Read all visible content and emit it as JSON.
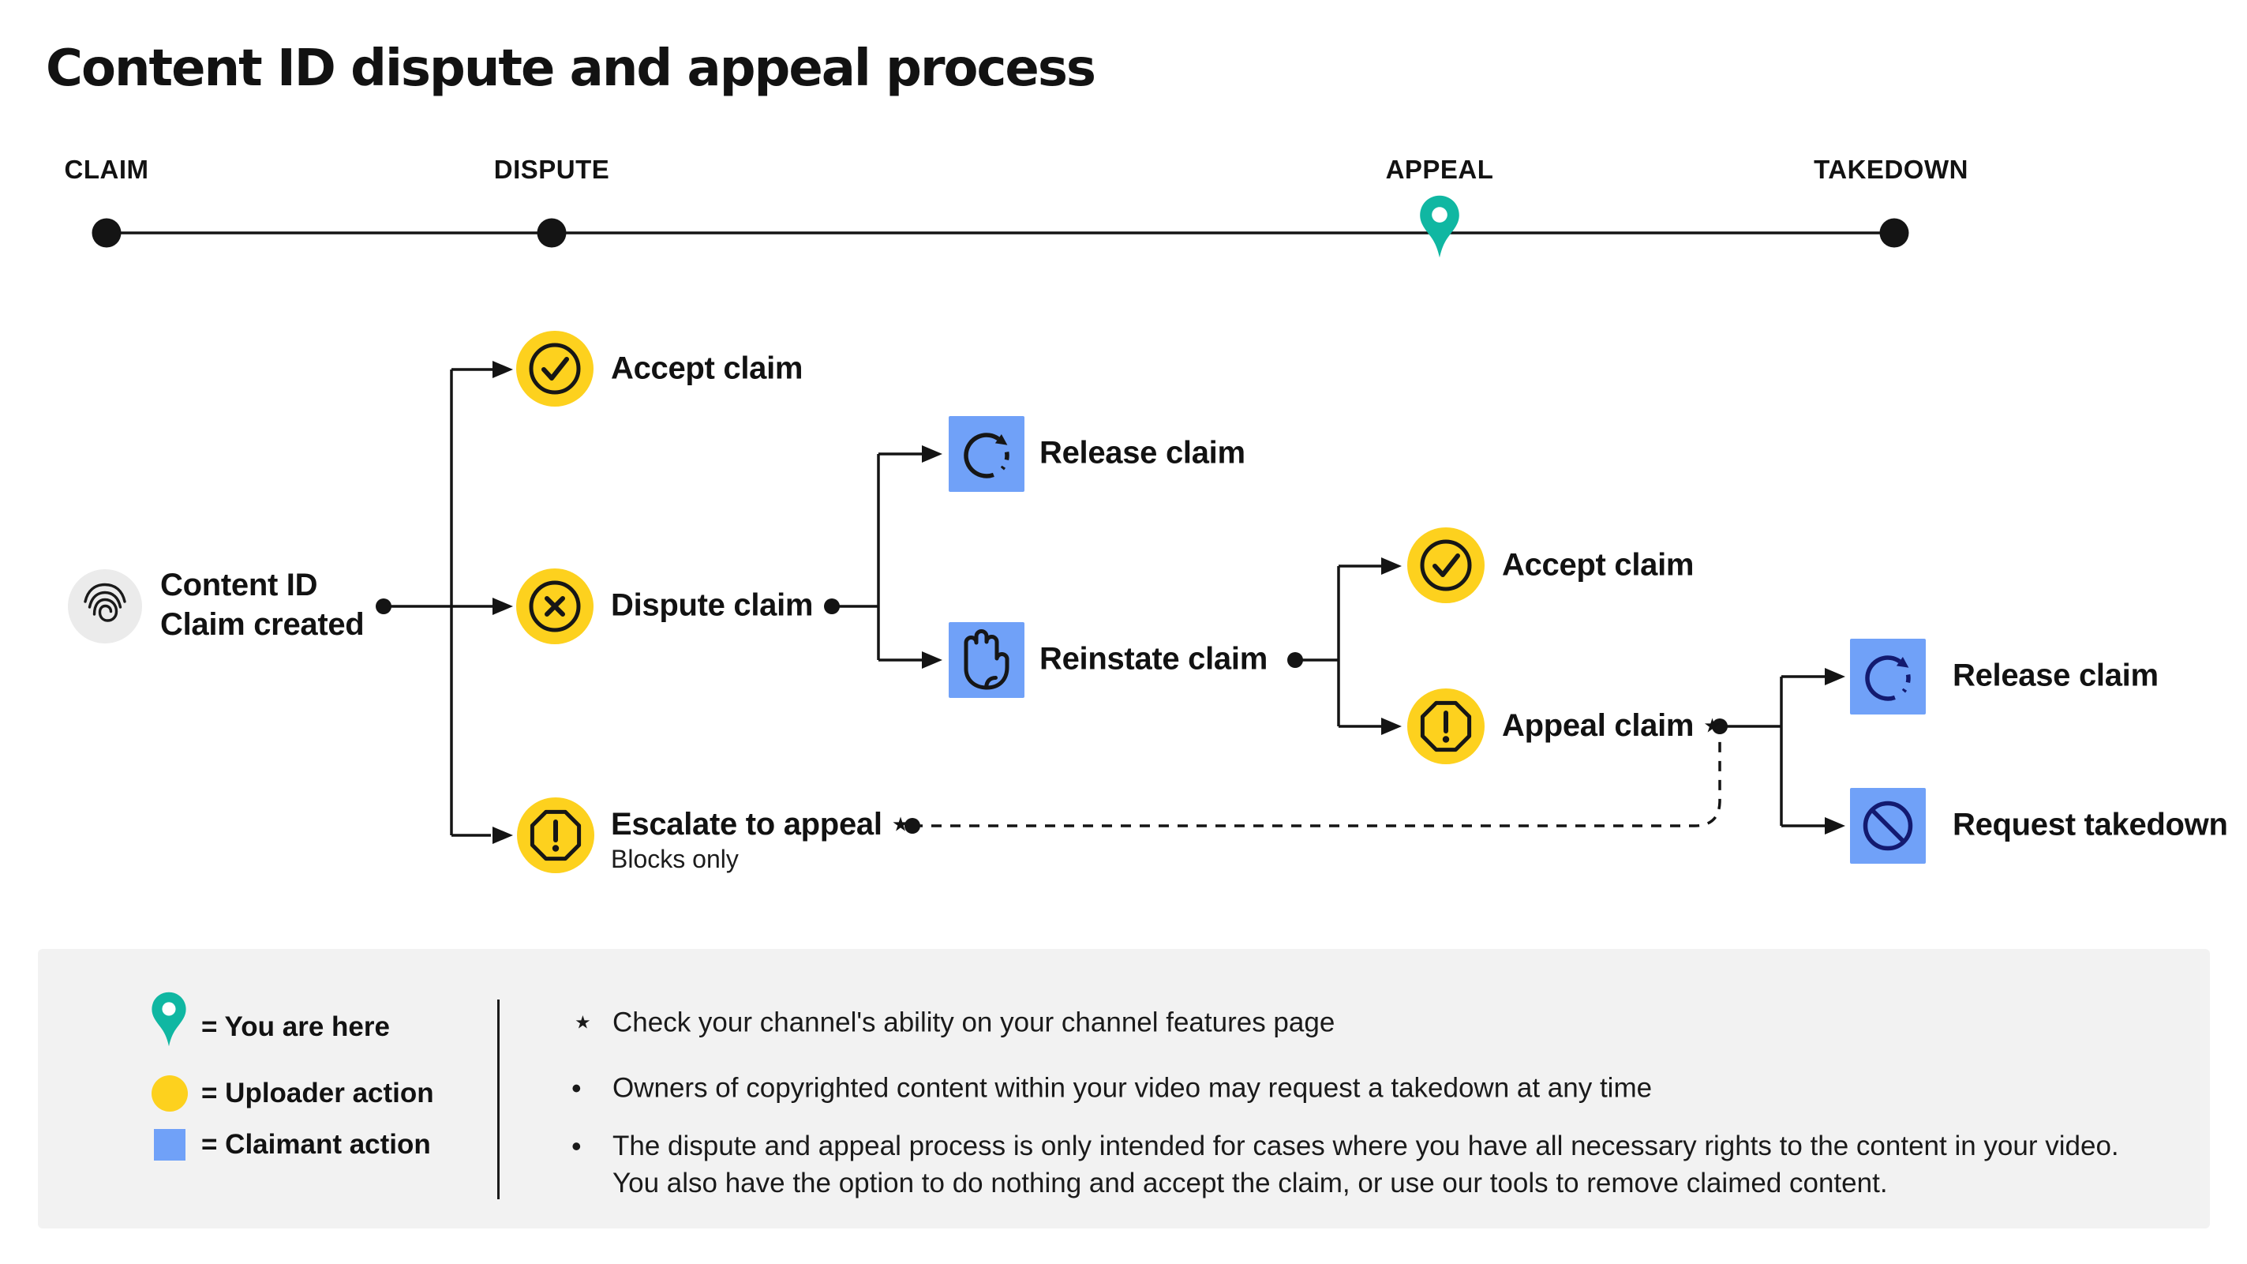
{
  "title": "Content ID dispute and appeal process",
  "colors": {
    "ink": "#141414",
    "yellow": "#FDD11E",
    "blue": "#70A1F8",
    "navy": "#131A70",
    "teal": "#10B7A2",
    "panel": "#F2F2F2",
    "nodegray": "#EBEBEB",
    "text": "#121212"
  },
  "timeline": {
    "stages": [
      "CLAIM",
      "DISPUTE",
      "APPEAL",
      "TAKEDOWN"
    ],
    "current_stage": "APPEAL"
  },
  "flow": {
    "source_line1": "Content ID",
    "source_line2": "Claim created",
    "accept_claim_1": "Accept claim",
    "dispute_claim": "Dispute claim",
    "escalate_label": "Escalate to appeal ⋆",
    "escalate_sub": "Blocks only",
    "release_claim_1": "Release claim",
    "reinstate_claim": "Reinstate claim",
    "accept_claim_2": "Accept claim",
    "appeal_claim": "Appeal claim ⋆",
    "release_claim_2": "Release claim",
    "request_takedown": "Request takedown"
  },
  "legend": {
    "items": [
      "= You are here",
      "= Uploader action",
      "= Claimant action"
    ]
  },
  "notes": [
    {
      "marker": "⋆",
      "text": "Check your channel's ability on your channel features page"
    },
    {
      "marker": "•",
      "text": "Owners of copyrighted content within your video may request a takedown at any time"
    },
    {
      "marker": "•",
      "text": "The dispute and appeal process is only intended for cases where you have all necessary rights to the content in your video. You also have the option to do nothing and accept the claim, or use our tools to remove claimed content."
    }
  ]
}
